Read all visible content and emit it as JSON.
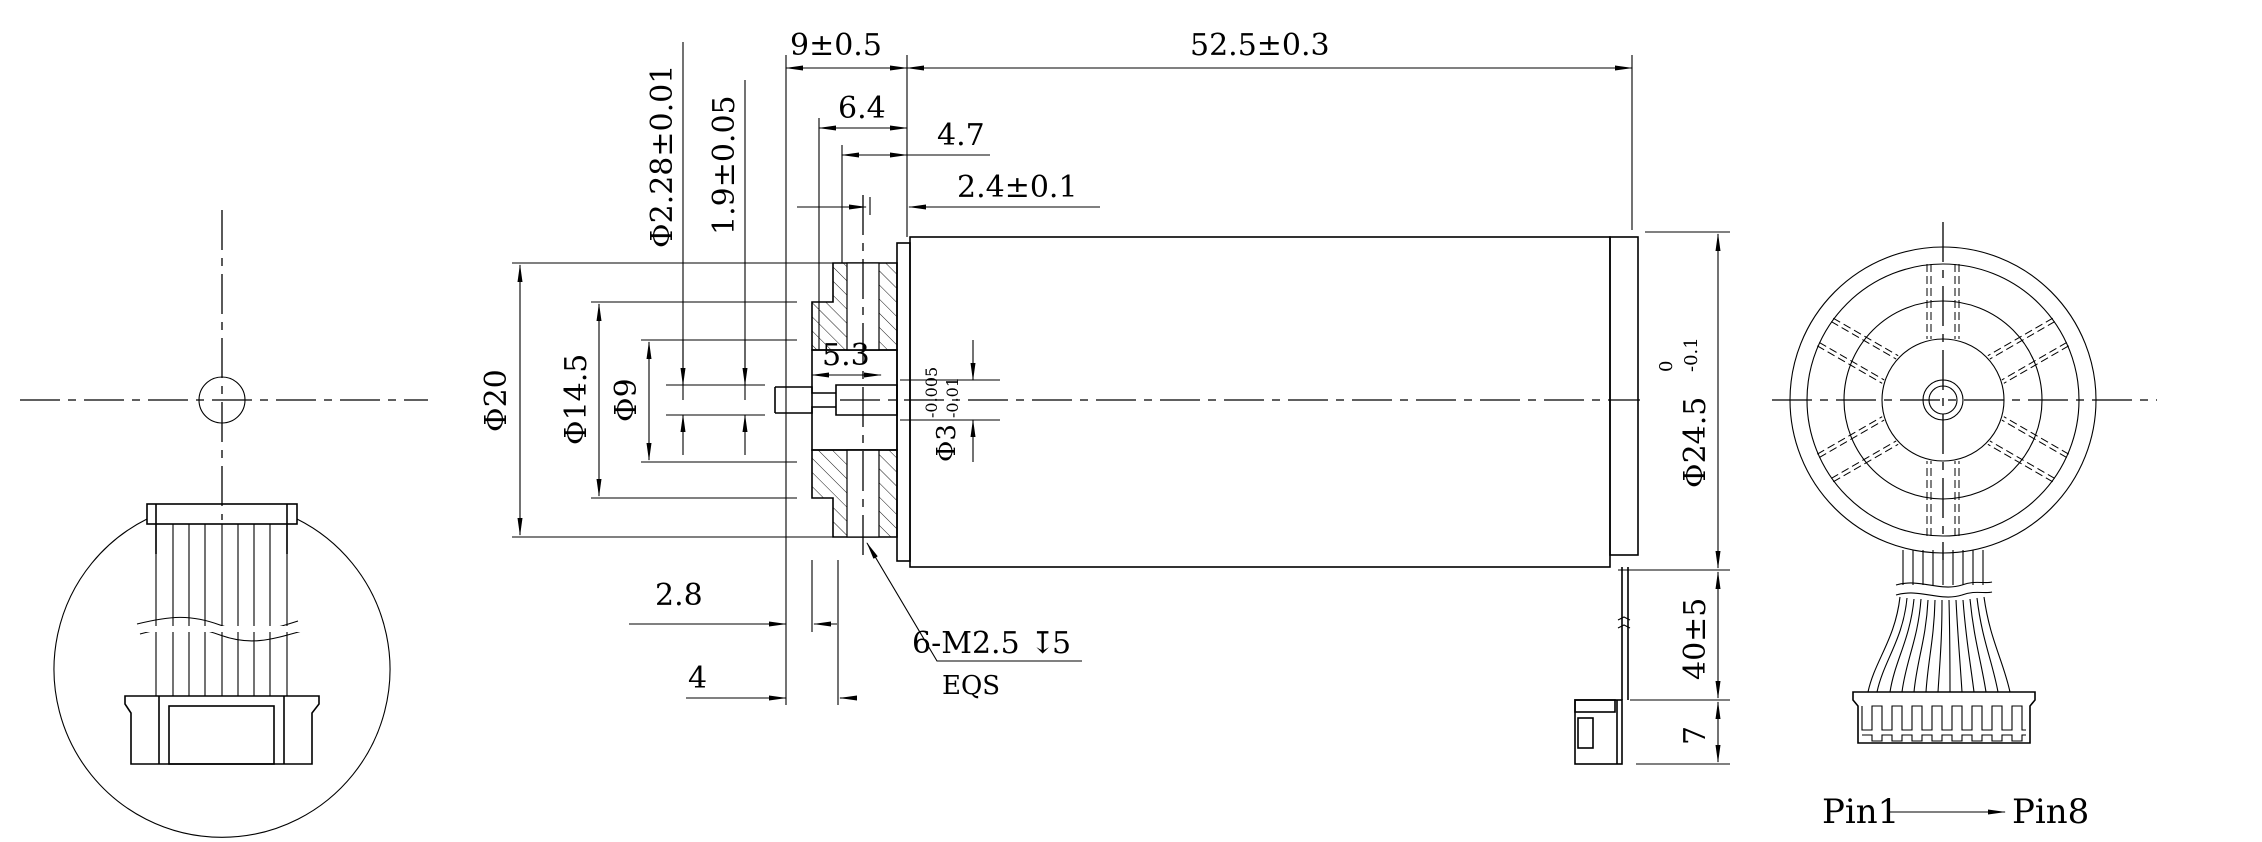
{
  "drawing": {
    "type": "motor outline dimension drawing",
    "line_color": "#000000",
    "background": "#ffffff"
  },
  "views": {
    "left_end_view": {
      "name": "front end view with flat lead wire and connector"
    },
    "side_view": {
      "name": "side elevation with partial section of front flange"
    },
    "right_end_view": {
      "name": "rear end view with 8-wire lead and connector"
    }
  },
  "dimensions": {
    "top": {
      "shaft_dia": "Φ2.28±0.01",
      "shaft_flat": "1.9±0.05",
      "shaft_length": "9±0.5",
      "body_length": "52.5±0.3",
      "d_6_4": "6.4",
      "d_4_7": "4.7",
      "d_2_4": "2.4±0.1"
    },
    "left": {
      "flange_dia": "Φ20",
      "boss_dia": "Φ14.5",
      "pilot_dia": "Φ9"
    },
    "center": {
      "d_5_3": "5.3",
      "bore_dia_base": "Φ3",
      "bore_tol_upper": "-0.005",
      "bore_tol_lower": "-0.01"
    },
    "bottom": {
      "d_2_8": "2.8",
      "d_4": "4",
      "thread_callout": "6-M2.5",
      "thread_depth_symbol": "↧",
      "thread_depth": "5",
      "thread_note": "EQS"
    },
    "right": {
      "body_dia_base": "Φ24.5",
      "body_tol_upper": "0",
      "body_tol_lower": "-0.1",
      "lead_length": "40±5",
      "connector_height": "7"
    }
  },
  "pin_label": {
    "start": "Pin1",
    "end": "Pin8"
  }
}
